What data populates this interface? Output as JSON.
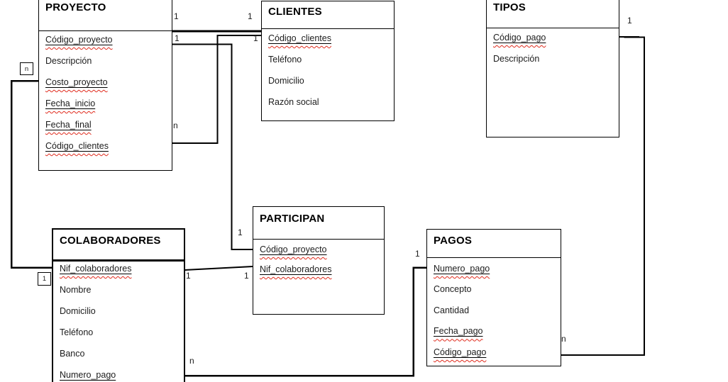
{
  "diagram": {
    "entities": [
      {
        "name": "PROYECTO",
        "fields": [
          {
            "text": "Código_proyecto",
            "key": true
          },
          {
            "text": "Descripción",
            "key": false
          },
          {
            "text": "Costo_proyecto",
            "key": true
          },
          {
            "text": "Fecha_inicio",
            "key": true
          },
          {
            "text": "Fecha_final",
            "key": true
          },
          {
            "text": "Código_clientes",
            "key": true
          }
        ]
      },
      {
        "name": "CLIENTES",
        "fields": [
          {
            "text": "Código_clientes",
            "key": true
          },
          {
            "text": "Teléfono",
            "key": false
          },
          {
            "text": "Domicilio",
            "key": false
          },
          {
            "text": "Razón social",
            "key": false
          }
        ]
      },
      {
        "name": "TIPOS",
        "fields": [
          {
            "text": "Código_pago",
            "key": true
          },
          {
            "text": "Descripción",
            "key": false
          }
        ]
      },
      {
        "name": "COLABORADORES",
        "fields": [
          {
            "text": "Nif_colaboradores",
            "key": true
          },
          {
            "text": "Nombre",
            "key": false
          },
          {
            "text": "Domicilio",
            "key": false
          },
          {
            "text": "Teléfono",
            "key": false
          },
          {
            "text": "Banco",
            "key": false
          },
          {
            "text": "Numero_pago",
            "key": true
          }
        ]
      },
      {
        "name": "PARTICIPAN",
        "fields": [
          {
            "text": "Código_proyecto",
            "key": true
          },
          {
            "text": "Nif_colaboradores",
            "key": true
          }
        ]
      },
      {
        "name": "PAGOS",
        "fields": [
          {
            "text": "Numero_pago",
            "key": true
          },
          {
            "text": "Concepto",
            "key": false
          },
          {
            "text": "Cantidad",
            "key": false
          },
          {
            "text": "Fecha_pago",
            "key": true
          },
          {
            "text": "Código_pago",
            "key": true
          }
        ]
      }
    ],
    "cardinality": {
      "l1a": "1",
      "l1b": "1",
      "l2a": "1",
      "l2b": "n",
      "l3a": "1",
      "l3b": "1",
      "l4a": "1",
      "l4b": "1",
      "l5a": "n",
      "l5b": "1",
      "l6a": "n",
      "l6b": "1",
      "l7a": "1",
      "l7b": "n"
    },
    "colors": {
      "line": "#000000",
      "spellcheck": "#e02b1d",
      "text": "#1c1c1c"
    }
  }
}
